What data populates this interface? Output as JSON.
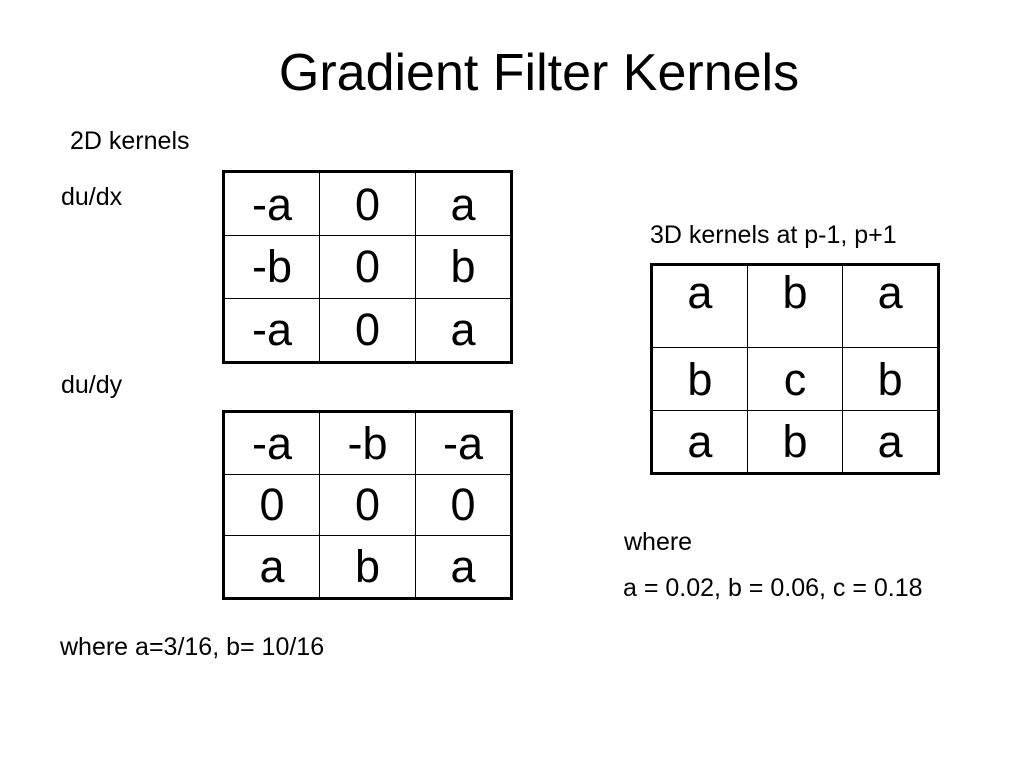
{
  "slide": {
    "title": "Gradient Filter Kernels",
    "colors": {
      "background": "#ffffff",
      "text": "#000000",
      "table_border": "#000000"
    },
    "labels": {
      "kernels_2d": "2D kernels",
      "dudx": "du/dx",
      "dudy": "du/dy",
      "kernels_3d": "3D kernels at p-1, p+1",
      "where_3d": "where",
      "values_3d": "a = 0.02, b = 0.06, c = 0.18",
      "where_2d": "where a=3/16, b= 10/16"
    }
  },
  "tables": {
    "dudx": {
      "label": "du/dx",
      "rows": [
        [
          "-a",
          "0",
          "a"
        ],
        [
          "-b",
          "0",
          "b"
        ],
        [
          "-a",
          "0",
          "a"
        ]
      ]
    },
    "dudy": {
      "label": "du/dy",
      "rows": [
        [
          "-a",
          "-b",
          "-a"
        ],
        [
          "0",
          "0",
          "0"
        ],
        [
          "a",
          "b",
          "a"
        ]
      ]
    },
    "kernel3d": {
      "label": "3D kernels at p-1, p+1",
      "rows": [
        [
          "a",
          "b",
          "a"
        ],
        [
          "b",
          "c",
          "b"
        ],
        [
          "a",
          "b",
          "a"
        ]
      ]
    }
  }
}
